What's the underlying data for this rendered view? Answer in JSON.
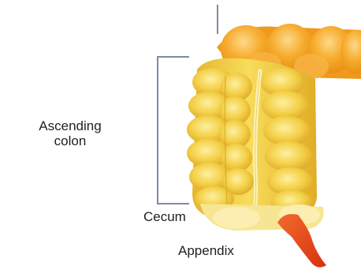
{
  "labels": {
    "ascending_colon": [
      "Ascending",
      "colon"
    ],
    "cecum": "Cecum",
    "appendix": "Appendix"
  },
  "colors": {
    "colon_yellow": "#f2cf44",
    "colon_highlight": "#fbe98c",
    "colon_shadow": "#dca924",
    "transverse_orange": "#f5a11f",
    "transverse_light": "#fbc863",
    "appendix_red": "#e8431c",
    "leader_line": "#7d8ba0"
  }
}
